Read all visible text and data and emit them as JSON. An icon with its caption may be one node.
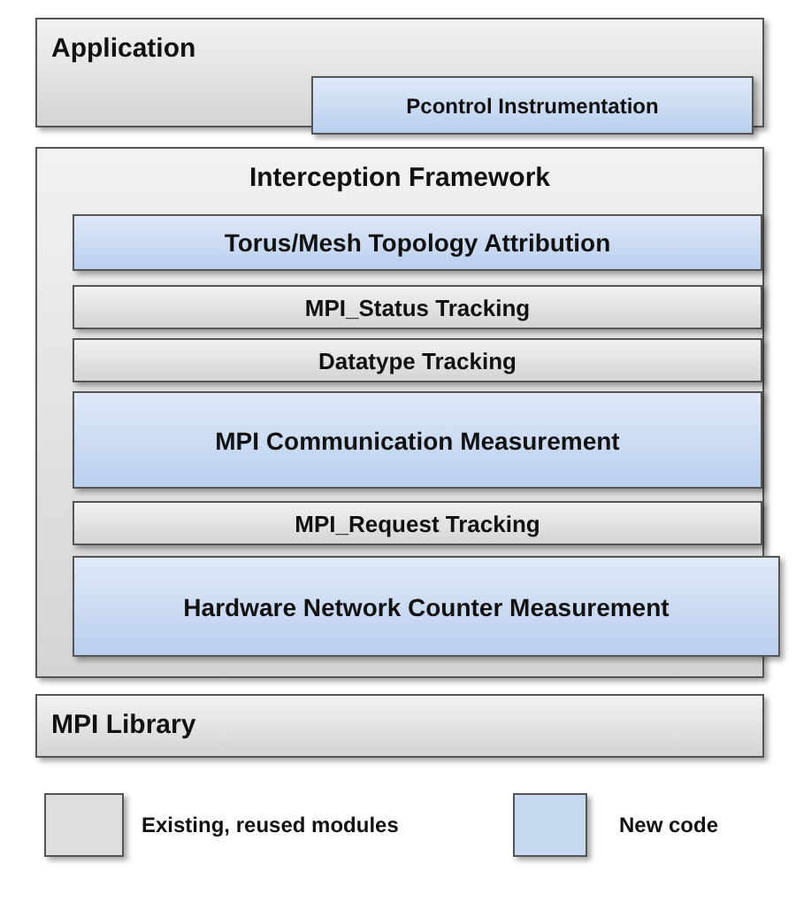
{
  "diagram": {
    "nodes": [
      {
        "text": [
          "Application"
        ]
      },
      {
        "text": [
          "Pcontrol Instrumentation"
        ],
        "in": 0
      },
      {
        "text": [
          "Interception Framework"
        ]
      },
      {
        "text": [
          "Torus/Mesh Topology Attribution"
        ],
        "in": 2
      },
      {
        "text": [
          "MPI_Status Tracking"
        ],
        "in": 2
      },
      {
        "text": [
          "Datatype Tracking"
        ],
        "in": 2
      },
      {
        "text": [
          "MPI Communication Measurement"
        ],
        "in": 2
      },
      {
        "text": [
          "MPI_Request Tracking"
        ],
        "in": 2
      },
      {
        "text": [
          "Hardware Network Counter Measurement"
        ],
        "in": 2
      },
      {
        "text": [
          "MPI Library"
        ]
      }
    ],
    "edges": [],
    "legend": [
      {
        "text": "Existing, reused modules",
        "color": "#dedede"
      },
      {
        "text": "New code",
        "color": "#c6d9f1"
      }
    ]
  }
}
